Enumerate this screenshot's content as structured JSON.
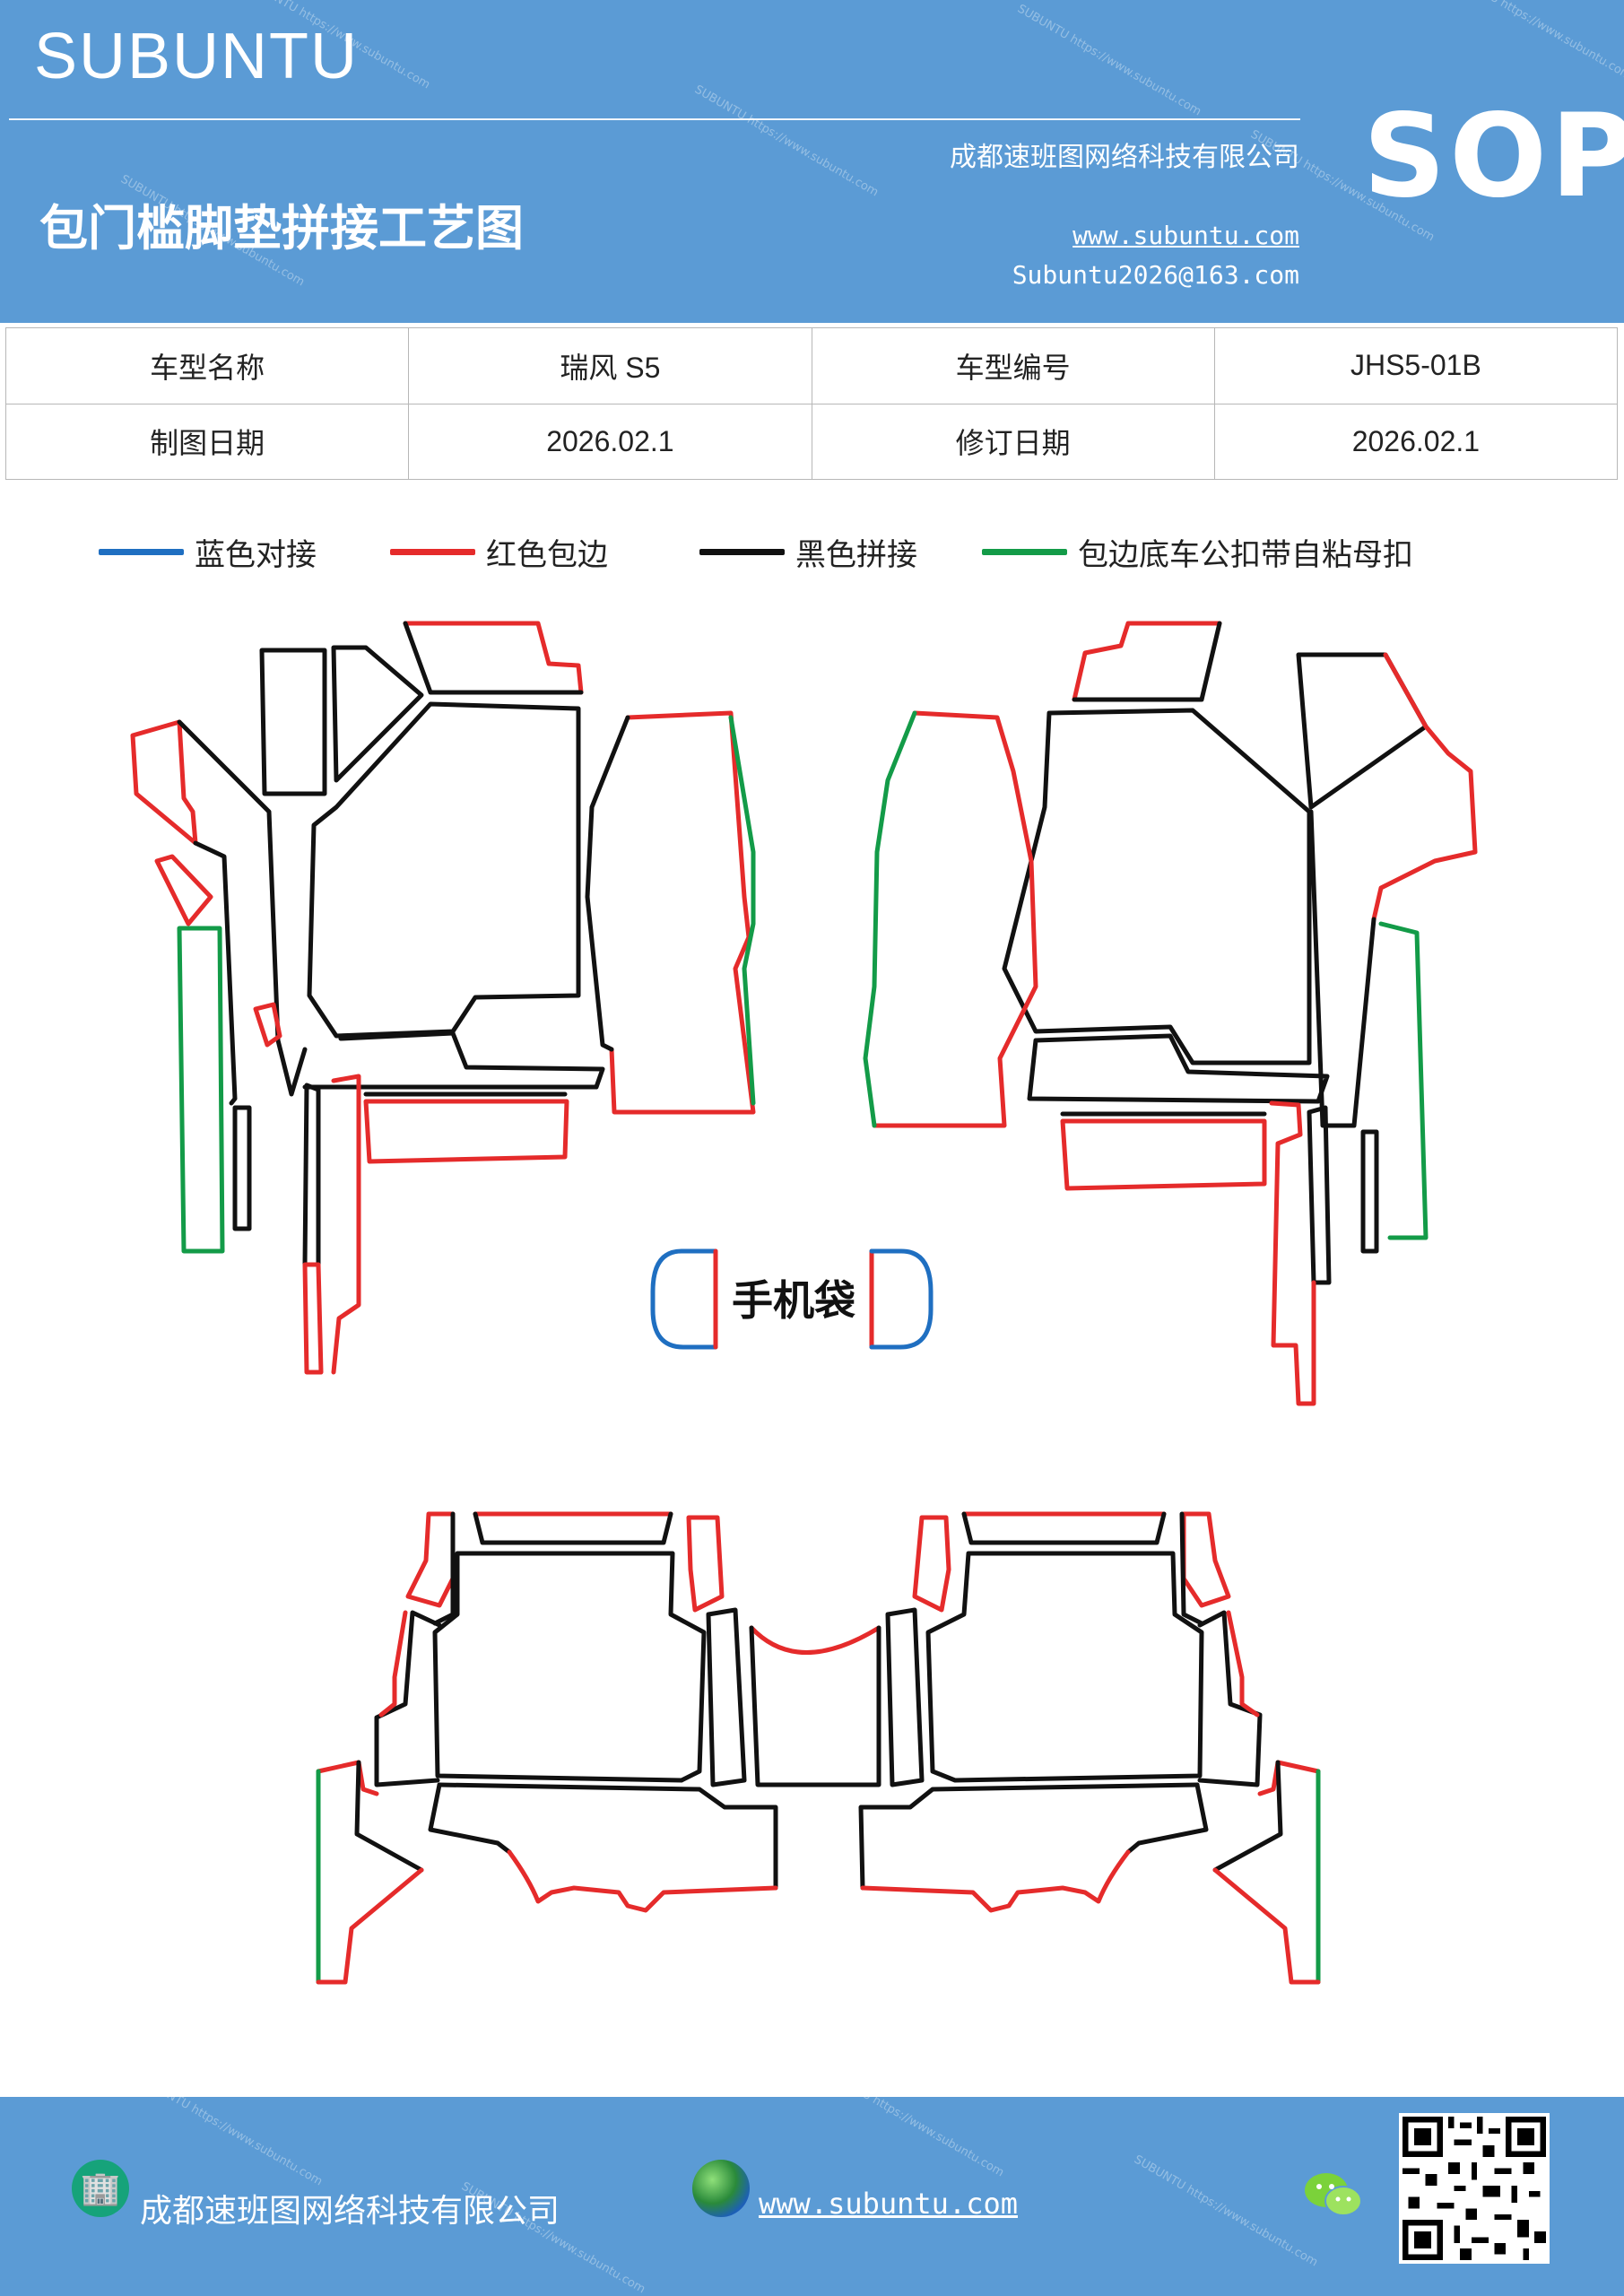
{
  "header": {
    "brand": "SUBUNTU",
    "title": "包门槛脚垫拼接工艺图",
    "company": "成都速班图网络科技有限公司",
    "website": "www.subuntu.com",
    "email": "Subuntu2026@163.com",
    "badge": "SOP"
  },
  "info_table": {
    "row1": {
      "label1": "车型名称",
      "value1": "瑞风 S5",
      "label2": "车型编号",
      "value2": "JHS5-01B"
    },
    "row2": {
      "label1": "制图日期",
      "value1": "2026.02.1",
      "label2": "修订日期",
      "value2": "2026.02.1"
    }
  },
  "legend": [
    {
      "label": "蓝色对接",
      "color": "#1f6fc1"
    },
    {
      "label": "红色包边",
      "color": "#e52b2b"
    },
    {
      "label": "黑色拼接",
      "color": "#111111"
    },
    {
      "label": "包边底车公扣带自粘母扣",
      "color": "#139b48"
    }
  ],
  "diagram": {
    "phone_pocket_label": "手机袋"
  },
  "footer": {
    "company": "成都速班图网络科技有限公司",
    "website": "www.subuntu.com",
    "icons": [
      "building-icon",
      "globe-icon",
      "wechat-icon",
      "qr-code"
    ]
  }
}
